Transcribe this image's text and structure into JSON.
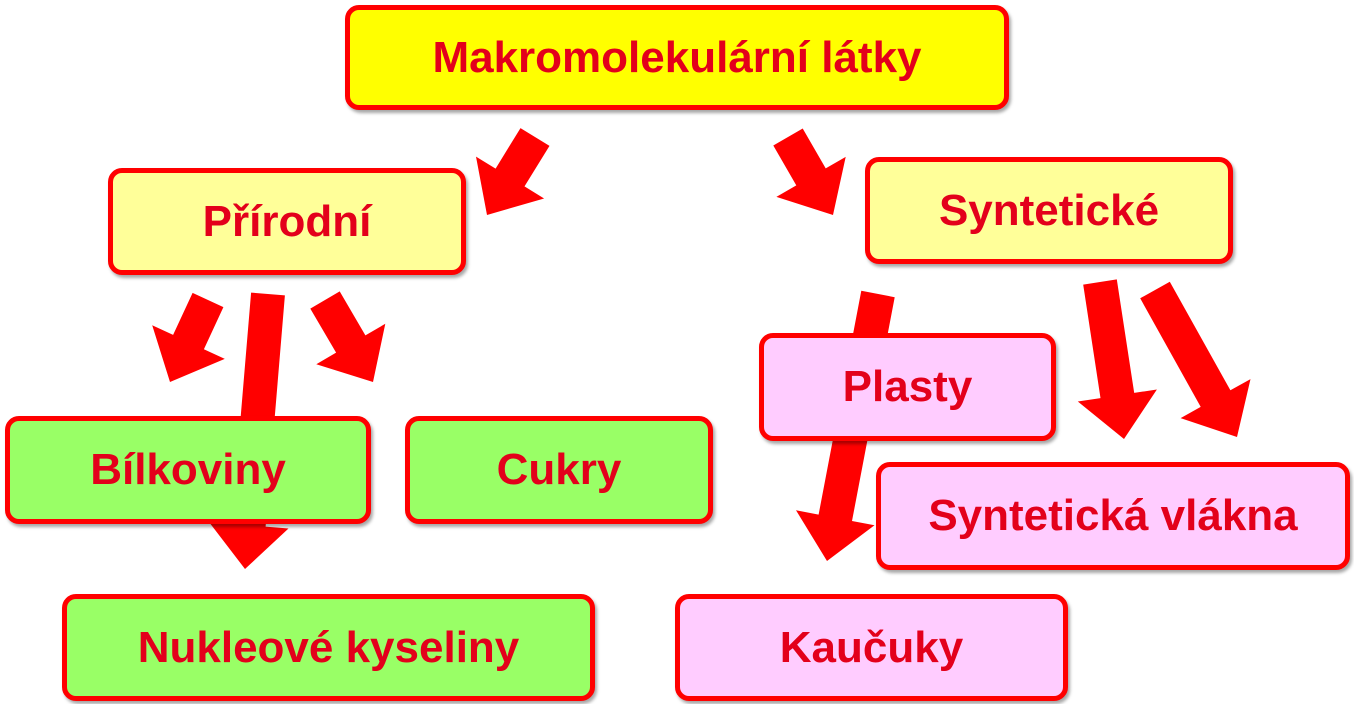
{
  "colors": {
    "text": "#e3001b",
    "border": "#ff0000",
    "arrow": "#ff0000",
    "level0_fill": "#ffff00",
    "level1_fill": "#ffff99",
    "natural_fill": "#99ff66",
    "synthetic_fill": "#ffccff"
  },
  "nodes": {
    "root": "Makromolekulární látky",
    "natural": "Přírodní",
    "synthetic": "Syntetické",
    "proteins": "Bílkoviny",
    "sugars": "Cukry",
    "nucleic_acids": "Nukleové kyseliny",
    "plastics": "Plasty",
    "fibers": "Syntetická vlákna",
    "rubbers": "Kaučuky"
  },
  "edges": [
    [
      "root",
      "natural"
    ],
    [
      "root",
      "synthetic"
    ],
    [
      "natural",
      "proteins"
    ],
    [
      "natural",
      "sugars"
    ],
    [
      "natural",
      "nucleic_acids"
    ],
    [
      "synthetic",
      "plastics"
    ],
    [
      "synthetic",
      "fibers"
    ],
    [
      "synthetic",
      "rubbers"
    ]
  ]
}
